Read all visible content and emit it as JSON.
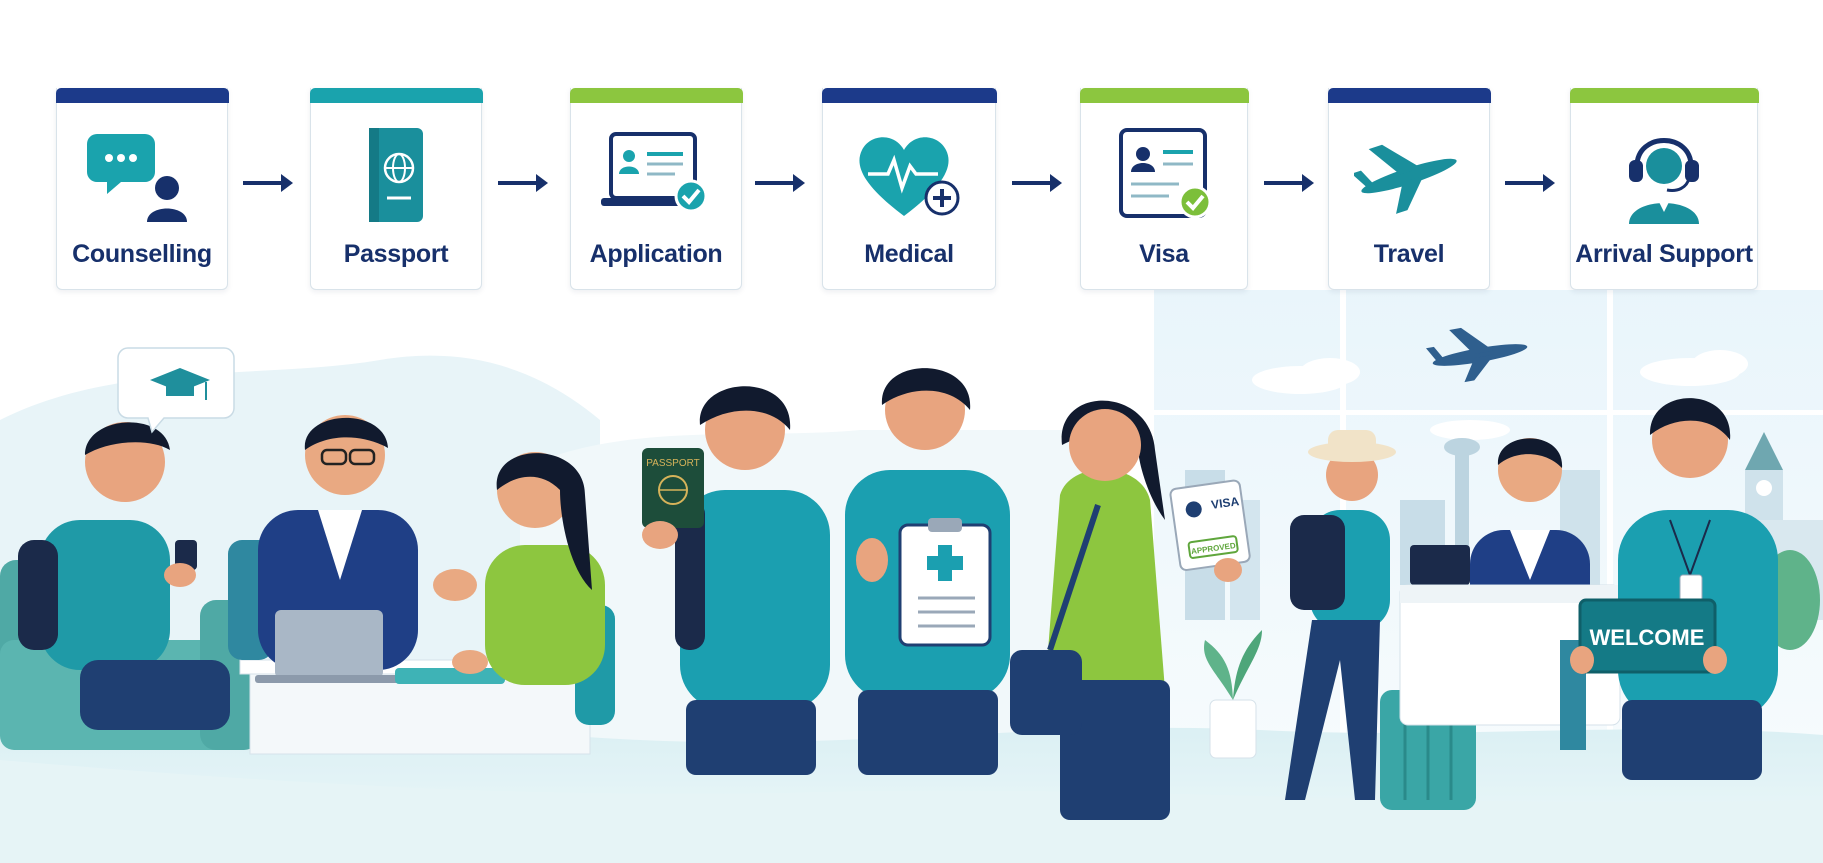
{
  "steps": [
    {
      "label": "Counselling",
      "icon": "chat-person-icon",
      "accent": "#1c3a8a"
    },
    {
      "label": "Passport",
      "icon": "passport-icon",
      "accent": "#1aa3ad"
    },
    {
      "label": "Application",
      "icon": "laptop-application-icon",
      "accent": "#8cc63f"
    },
    {
      "label": "Medical",
      "icon": "heart-medical-icon",
      "accent": "#1c3a8a"
    },
    {
      "label": "Visa",
      "icon": "visa-card-icon",
      "accent": "#8cc63f"
    },
    {
      "label": "Travel",
      "icon": "airplane-icon",
      "accent": "#1c3a8a"
    },
    {
      "label": "Arrival Support",
      "icon": "headset-agent-icon",
      "accent": "#8cc63f"
    }
  ],
  "arrow_icon": "arrow-right-icon",
  "scene": {
    "passport_text": "PASSPORT",
    "visa_text": "VISA",
    "visa_stamp": "APPROVED",
    "welcome_sign": "WELCOME"
  },
  "colors": {
    "navy": "#17306b",
    "teal": "#1aa3ad",
    "green": "#8cc63f",
    "dark_teal": "#147a86"
  }
}
